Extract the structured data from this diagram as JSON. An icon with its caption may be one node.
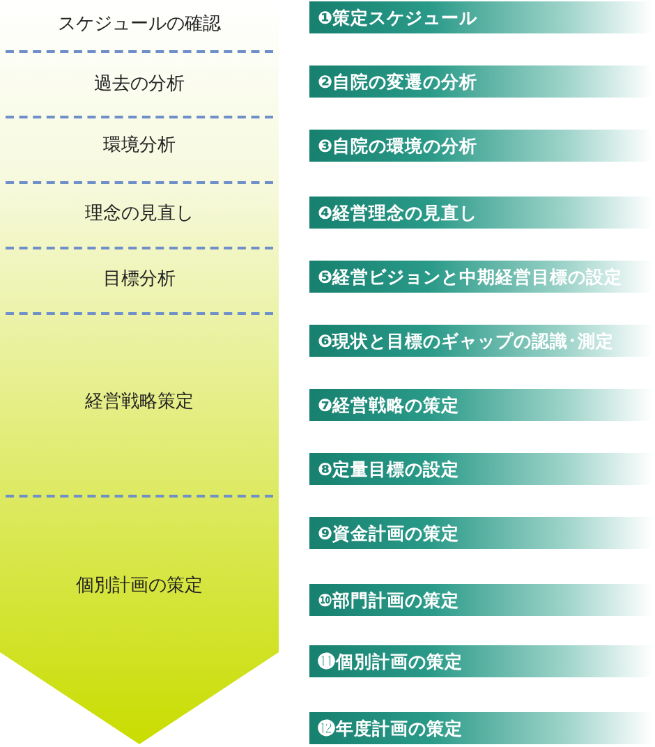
{
  "diagram": {
    "nodes": [
      {
        "text": [],
        "shape": "arrow"
      },
      {
        "text": [
          "スケジュールの確認"
        ],
        "in": 0
      },
      {
        "text": [
          "過去の分析"
        ],
        "in": 0
      },
      {
        "text": [
          "環境分析"
        ],
        "in": 0
      },
      {
        "text": [
          "理念の見直し"
        ],
        "in": 0
      },
      {
        "text": [
          "目標分析"
        ],
        "in": 0
      },
      {
        "text": [
          "経営戦略策定"
        ],
        "in": 0
      },
      {
        "text": [
          "個別計画の策定"
        ],
        "in": 0
      },
      {
        "text": [
          "❶策定スケジュール"
        ]
      },
      {
        "text": [
          "❷自院の変遷の分析"
        ]
      },
      {
        "text": [
          "❸自院の環境の分析"
        ]
      },
      {
        "text": [
          "❹経営理念の見直し"
        ]
      },
      {
        "text": [
          "❺経営ビジョンと中期経営目標の設定"
        ]
      },
      {
        "text": [
          "❻現状と目標のギャップの認識･測定"
        ]
      },
      {
        "text": [
          "❼経営戦略の策定"
        ]
      },
      {
        "text": [
          "❽定量目標の設定"
        ]
      },
      {
        "text": [
          "❾資金計画の策定"
        ]
      },
      {
        "text": [
          "❿部門計画の策定"
        ]
      },
      {
        "text": [
          "⓫個別計画の策定"
        ]
      },
      {
        "text": [
          "⓬年度計画の策定"
        ]
      }
    ],
    "edges": []
  }
}
